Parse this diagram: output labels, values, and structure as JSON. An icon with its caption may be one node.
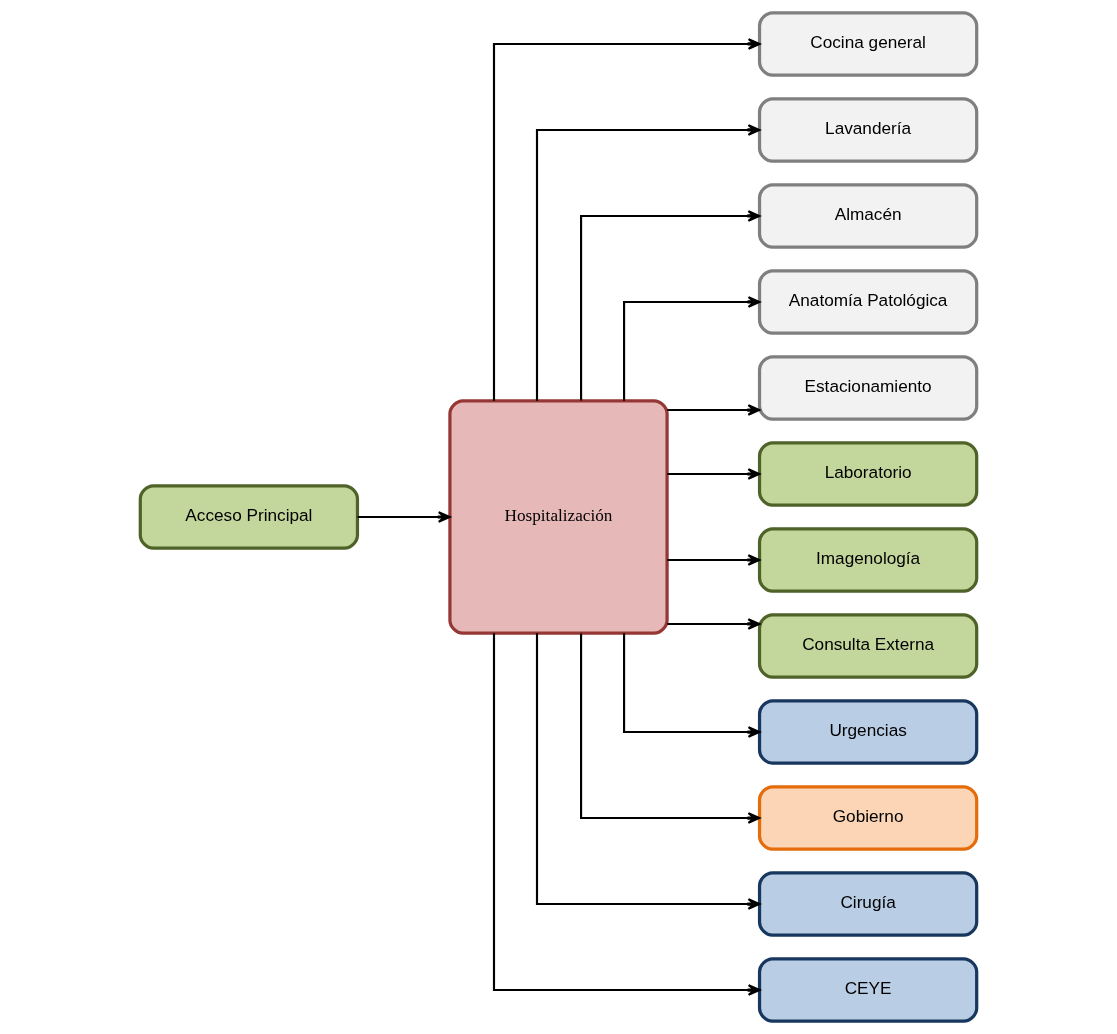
{
  "diagram": {
    "nodes": [
      {
        "text": [
          "Cocina general"
        ]
      },
      {
        "text": [
          "Lavandería"
        ]
      },
      {
        "text": [
          "Almacén"
        ]
      },
      {
        "text": [
          "Anatomía Patológica"
        ]
      },
      {
        "text": [
          "Estacionamiento"
        ]
      },
      {
        "text": [
          "Laboratorio"
        ]
      },
      {
        "text": [
          "Imagenología"
        ]
      },
      {
        "text": [
          "Consulta Externa"
        ]
      },
      {
        "text": [
          "Hospitalización"
        ]
      },
      {
        "text": [
          "Urgencias"
        ]
      },
      {
        "text": [
          "Gobierno"
        ]
      },
      {
        "text": [
          "Cirugía"
        ]
      },
      {
        "text": [
          "CEYE"
        ]
      },
      {
        "text": [
          "Acceso Principal"
        ]
      }
    ],
    "edges": [
      {
        "from": 8,
        "to": 0,
        "arrow": "to"
      },
      {
        "from": 8,
        "to": 1,
        "arrow": "to"
      },
      {
        "from": 8,
        "to": 2,
        "arrow": "to"
      },
      {
        "from": 8,
        "to": 3,
        "arrow": "to"
      },
      {
        "from": 8,
        "to": 4,
        "arrow": "to"
      },
      {
        "from": 8,
        "to": 7,
        "arrow": "to"
      },
      {
        "from": 8,
        "to": 10,
        "arrow": "to"
      },
      {
        "from": 8,
        "to": 5,
        "arrow": "to"
      },
      {
        "from": 8,
        "to": 6,
        "arrow": "to"
      },
      {
        "from": 8,
        "to": 9,
        "arrow": "to"
      },
      {
        "from": 8,
        "to": 11,
        "arrow": "to"
      },
      {
        "from": 8,
        "to": 12,
        "arrow": "to"
      },
      {
        "from": 13,
        "to": 8,
        "arrow": "to"
      }
    ]
  }
}
